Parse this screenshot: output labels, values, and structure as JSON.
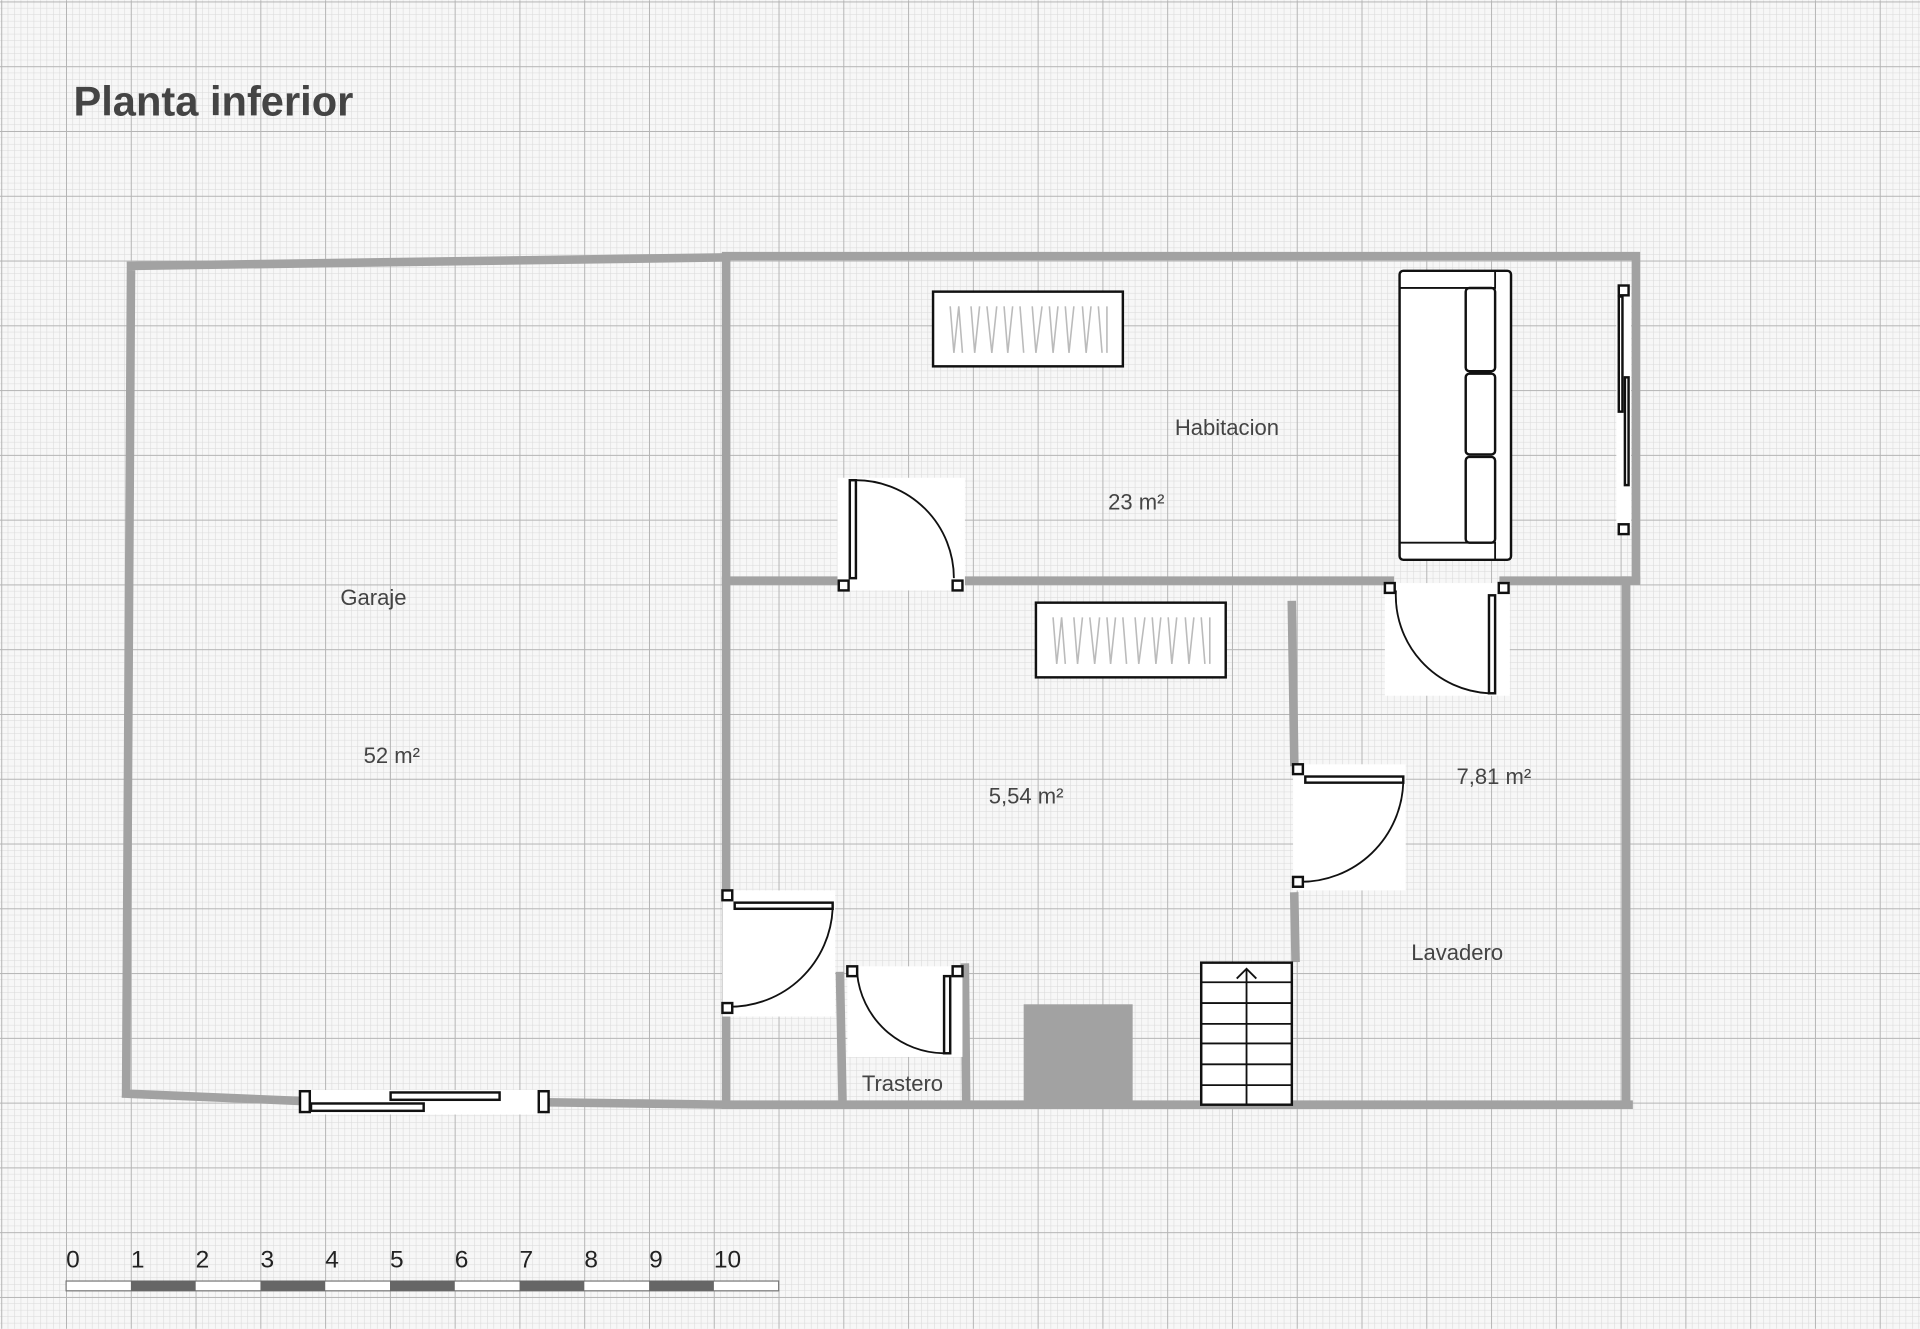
{
  "title": "Planta inferior",
  "rooms": [
    {
      "name": "Garaje",
      "area": "52 m²"
    },
    {
      "name": "Habitacion",
      "area": "23 m²"
    },
    {
      "name": "",
      "area": "5,54 m²"
    },
    {
      "name": "Lavadero",
      "area": "7,81 m²"
    },
    {
      "name": "Trastero",
      "area": ""
    }
  ],
  "scale": {
    "labels": [
      "0",
      "1",
      "2",
      "3",
      "4",
      "5",
      "6",
      "7",
      "8",
      "9",
      "10"
    ]
  },
  "colors": {
    "wall": "#a2a2a2",
    "grid": "#b4b4b4",
    "text": "#444444"
  }
}
